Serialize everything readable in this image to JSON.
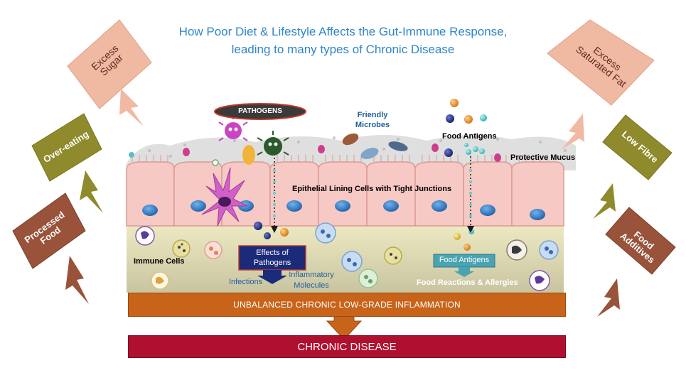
{
  "title": {
    "line1": "How Poor Diet & Lifestyle Affects the Gut-Immune Response,",
    "line2": "leading to many types of Chronic Disease"
  },
  "causes": {
    "excess_sugar": "Excess Sugar",
    "over_eating": "Over-eating",
    "processed_food": "Processed Food",
    "excess_saturated_fat": "Excess Saturated Fat",
    "low_fibre": "Low Fibre",
    "food_additives": "Food Additives"
  },
  "labels": {
    "pathogens": "PATHOGENS",
    "friendly_microbes": "Friendly Microbes",
    "food_antigens": "Food Antigens",
    "protective_mucus": "Protective Mucus",
    "epithelial": "Epithelial Lining Cells with Tight Junctions",
    "immune_cells": "Immune Cells",
    "effects_of_pathogens": "Effects of Pathogens",
    "infections": "Infections",
    "inflammatory_molecules": "Inflammatory Molecules",
    "food_antigens_box": "Food Antigens",
    "food_reactions": "Food Reactions & Allergies"
  },
  "banners": {
    "inflammation": "UNBALANCED CHRONIC LOW-GRADE INFLAMMATION",
    "disease": "CHRONIC DISEASE"
  },
  "colors": {
    "title": "#2e86c8",
    "salmon_arrow": "#f0b9a2",
    "olive_arrow": "#8f8a2c",
    "brown_arrow": "#98533a",
    "inflammation_banner": "#c8641a",
    "disease_banner": "#b01030",
    "cell_fill": "#f6c9c4",
    "nucleus": "#2f7ec5"
  }
}
